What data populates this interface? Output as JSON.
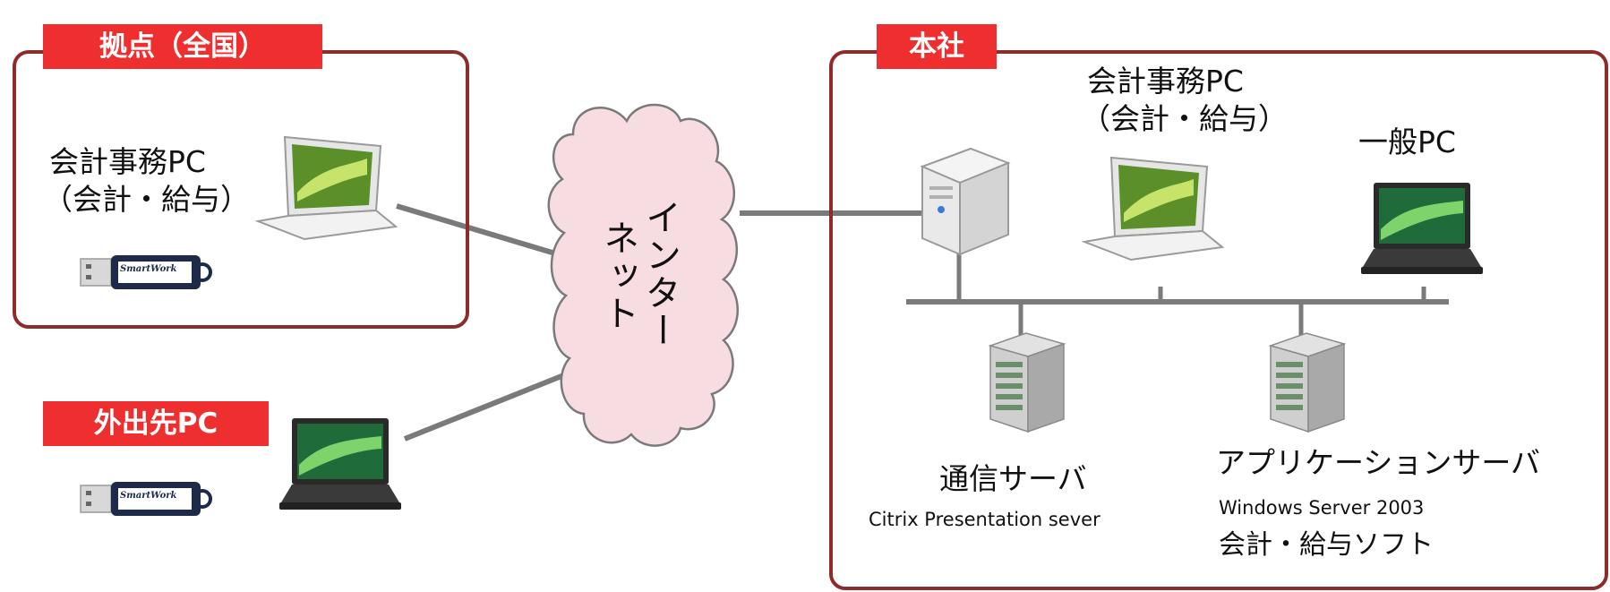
{
  "branch": {
    "tag": "拠点（全国）",
    "pc_line1": "会計事務PC",
    "pc_line2": "（会計・給与）",
    "token_text": "SmartWork"
  },
  "mobile": {
    "tag": "外出先PC",
    "token_text": "SmartWork"
  },
  "internet": {
    "col1": "インター",
    "col2": "ネット"
  },
  "hq": {
    "tag": "本社",
    "pc_line1": "会計事務PC",
    "pc_line2": "（会計・給与）",
    "general_pc": "一般PC",
    "comm_server": {
      "title": "通信サーバ",
      "subtitle": "Citrix Presentation sever"
    },
    "app_server": {
      "title": "アプリケーションサーバ",
      "subtitle": "Windows Server 2003",
      "detail": "会計・給与ソフト"
    }
  },
  "colors": {
    "frame": "#8e2c2c",
    "tag_bg": "#ef2f2f",
    "cloud_fill": "#f7dde2",
    "line": "#7a7a7a"
  }
}
